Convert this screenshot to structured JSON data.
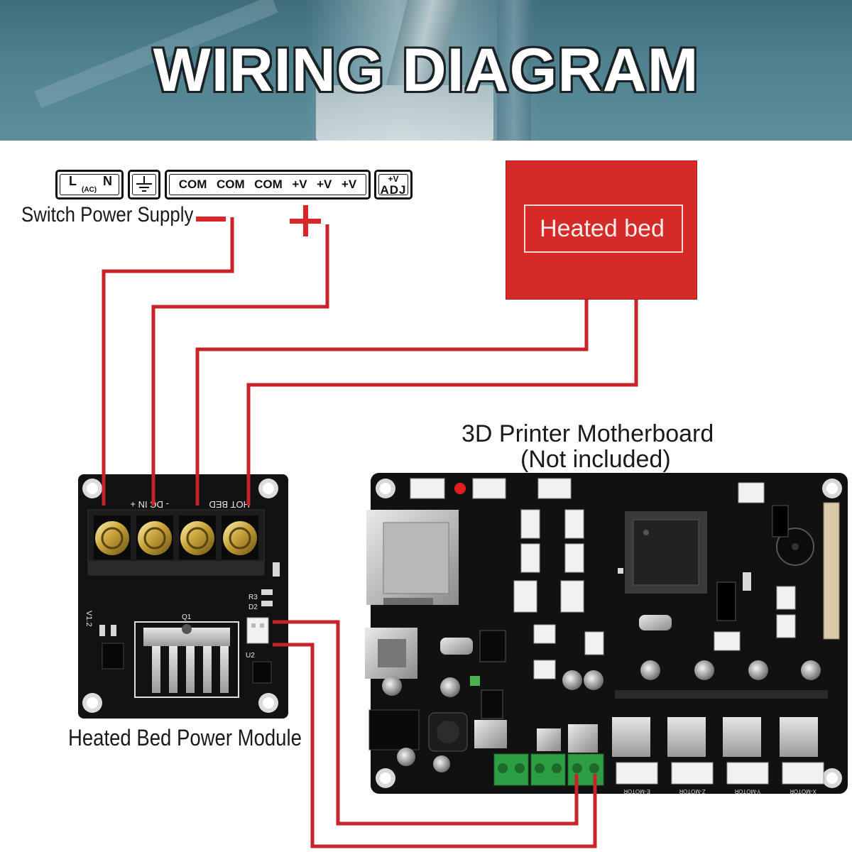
{
  "banner": {
    "title": "WIRING DIAGRAM"
  },
  "power_supply": {
    "label": "Switch Power Supply",
    "terminals": {
      "l": "L",
      "ac": "(AC)",
      "n": "N",
      "com": [
        "COM",
        "COM",
        "COM"
      ],
      "v": [
        "+V",
        "+V",
        "+V"
      ],
      "adj_v": "+V",
      "adj": "ADJ"
    },
    "ground_icon": "ground-icon"
  },
  "heated_bed": {
    "label": "Heated bed",
    "color": "#d52a28"
  },
  "motherboard": {
    "title": "3D Printer Motherboard",
    "note": "(Not included)"
  },
  "module": {
    "label": "Heated Bed Power Module",
    "silk": {
      "dc_in": "- DC IN +",
      "hot_bed": "HOT BED",
      "ver": "V1.2",
      "q1": "Q1",
      "u2": "U2",
      "d2": "D2",
      "r3": "R3"
    }
  },
  "board_silk": {
    "x_motor": "X-MOTOR",
    "y_motor": "Y-MOTOR",
    "z_motor": "Z-MOTOR",
    "e_motor": "E-MOTOR"
  },
  "colors": {
    "wire": "#c8232a",
    "pcb": "#121212",
    "terminal_green": "#2e9e45"
  }
}
